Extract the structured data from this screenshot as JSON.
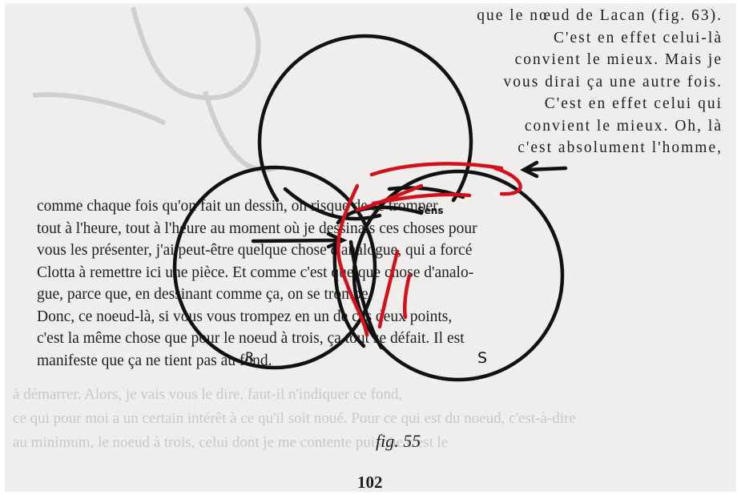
{
  "page": {
    "right_column_lines": [
      "que le nœud de Lacan (fig. 63).",
      "C'est en effet celui-là",
      "convient le mieux. Mais je",
      "vous dirai ça une autre fois.",
      "C'est en effet celui qui",
      "convient le mieux. Oh, là",
      "c'est absolument l'homme,"
    ],
    "full_lines": [
      "comme chaque fois qu'on fait un dessin, on risque de se tromper,",
      "tout à l'heure, tout à l'heure au moment où je dessinais ces choses pour",
      "vous les présenter, j'ai peut-être quelque chose d'analogue, qui a forcé",
      "Clotta à remettre ici une pièce. Et comme c'est quelque chose d'analo-",
      "gue, parce que, en dessinant comme ça, on se trompe.",
      "    Donc, ce noeud-là, si vous vous trompez en un de ces deux points,",
      "c'est la même chose que pour le noeud à trois, ça tout se défait. Il est",
      "manifeste que ça ne tient pas au fond."
    ],
    "ghost_lines": [
      "à démarrer. Alors, je vais vous le dire, faut-il n'indiquer ce fond,",
      "ce qui pour moi a un certain intérêt à ce qu'il soit noué. Pour ce qui est du noeud, c'est-à-dire",
      "au minimum, le noeud à trois, celui dont je me contente puisque c'est le"
    ],
    "figure": {
      "caption": "fig. 55",
      "labels": {
        "r": "R",
        "s": "S",
        "sens": "Sens"
      }
    },
    "page_number": "102"
  },
  "colors": {
    "paper": "#efeeed",
    "ink": "#1f1d1d",
    "ghost": "#c9c7c8",
    "red_strand": "#d4111b"
  }
}
